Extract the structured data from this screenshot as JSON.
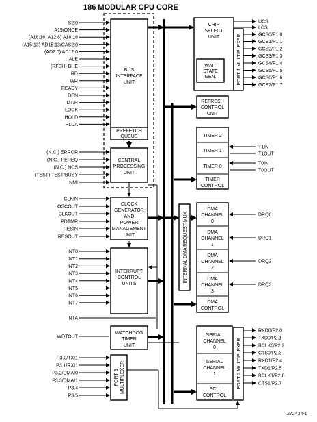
{
  "title": "186 MODULAR CPU CORE",
  "figure_id": "272434-1",
  "blocks": {
    "biu": [
      "BUS",
      "INTERFACE",
      "UNIT"
    ],
    "prefetch": [
      "PREFETCH",
      "QUEUE"
    ],
    "cpu": [
      "CENTRAL",
      "PROCESSING",
      "UNIT"
    ],
    "clock": [
      "CLOCK",
      "GENERATOR",
      "AND",
      "POWER",
      "MANAGEMENT",
      "UNIT"
    ],
    "icu": [
      "INTERRUPT",
      "CONTROL",
      "UNITS"
    ],
    "wdt": [
      "WATCHDOG",
      "TIMER",
      "UNIT"
    ],
    "port3": [
      "PORT 3",
      "MULTIPLEXER"
    ],
    "csu": [
      "CHIP",
      "SELECT",
      "UNIT"
    ],
    "waitstate": [
      "WAIT",
      "STATE",
      "GEN."
    ],
    "port1": "PORT 1 MULTIPLEXER",
    "refresh": [
      "REFRESH",
      "CONTROL",
      "UNIT"
    ],
    "timer2": "TIMER 2",
    "timer1": "TIMER 1",
    "timer0": "TIMER 0",
    "timerctl": [
      "TIMER",
      "CONTROL"
    ],
    "dmamux": "INTERNAL DMA REQUEST MUX",
    "dma0": [
      "DMA",
      "CHANNEL",
      "0"
    ],
    "dma1": [
      "DMA",
      "CHANNEL",
      "1"
    ],
    "dma2": [
      "DMA",
      "CHANNEL",
      "2"
    ],
    "dma3": [
      "DMA",
      "CHANNEL",
      "3"
    ],
    "dmactl": [
      "DMA",
      "CONTROL"
    ],
    "ser0": [
      "SERIAL",
      "CHANNEL",
      "0"
    ],
    "ser1": [
      "SERIAL",
      "CHANNEL",
      "1"
    ],
    "scu": [
      "SCU",
      "CONTROL"
    ],
    "port2": "PORT 2 MULTIPLEXER"
  },
  "left_signals": {
    "biu": [
      "S2:0",
      "A19/ONCE",
      "(A18:16, A12:8) A18:16",
      "(A15:13) AD15:13/CAS2:0",
      "(AD7:0) AD12:0",
      "ALE",
      "(RFSH) BHE",
      "RD",
      "WR",
      "READY",
      "DEN",
      "DT/R",
      "LOCK",
      "HOLD",
      "HLDA"
    ],
    "cpu": [
      "(N.C.) ERROR",
      "(N.C.) PEREQ",
      "(N.C.) NCS",
      "(TEST) TEST/BUSY",
      "NMI"
    ],
    "clock": [
      "CLKIN",
      "OSCOUT",
      "CLKOUT",
      "PDTMR",
      "RESIN",
      "RESOUT"
    ],
    "icu": [
      "INT0",
      "INT1",
      "INT2",
      "INT3",
      "INT4",
      "INT5",
      "INT6",
      "INT7"
    ],
    "inta": "INTA",
    "wdt": "WDTOUT",
    "port3": [
      "P3.0/TXI1",
      "P3.1/RXI1",
      "P3.2/DMAI0",
      "P3.3/DMAI1",
      "P3.4",
      "P3.5"
    ]
  },
  "right_signals": {
    "csu": [
      "UCS",
      "LCS"
    ],
    "port1": [
      "GCS0/P1.0",
      "GCS1/P1.1",
      "GCS2/P1.2",
      "GCS3/P1.3",
      "GCS4/P1.4",
      "GCS5/P1.5",
      "GCS6/P1.6",
      "GCS7/P1.7"
    ],
    "timer1": [
      "T1IN",
      "T1OUT"
    ],
    "timer0": [
      "T0IN",
      "T0OUT"
    ],
    "dma": [
      "DRQ0",
      "DRQ1",
      "DRQ2",
      "DRQ3"
    ],
    "port2": [
      "RXD0/P2.0",
      "TXD0/P2.1",
      "BCLK0/P2.2",
      "CTS0/P2.3",
      "RXD1/P2.4",
      "TXD1/P2.5",
      "BCLK1/P2.6",
      "CTS1/P2.7"
    ]
  }
}
